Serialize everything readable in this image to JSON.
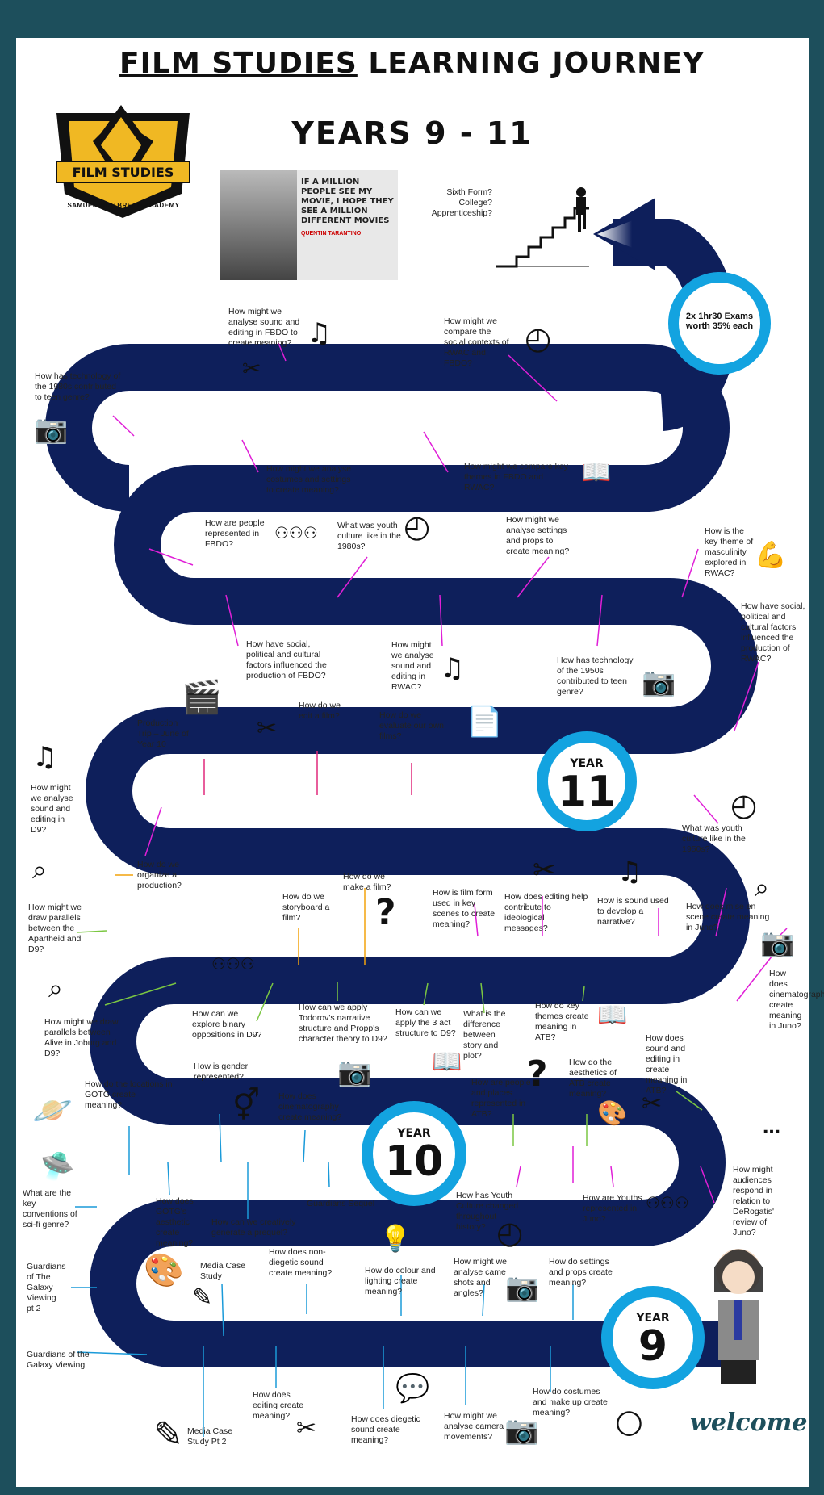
{
  "title": {
    "part1": "FILM STUDIES",
    "part2": " LEARNING JOURNEY",
    "subtitle": "YEARS 9 - 11"
  },
  "logo": {
    "banner": "FILM STUDIES",
    "school": "SAMUEL WHITBREAD ACADEMY"
  },
  "quote": {
    "text": "IF A MILLION PEOPLE SEE MY MOVIE, I HOPE THEY SEE A MILLION DIFFERENT MOVIES",
    "author": "QUENTIN TARANTINO"
  },
  "exam": {
    "text": "2x 1hr30 Exams worth 35% each"
  },
  "years": {
    "y9_label": "YEAR",
    "y9_num": "9",
    "y10_label": "YEAR",
    "y10_num": "10",
    "y11_label": "YEAR",
    "y11_num": "11"
  },
  "welcome": "welcome",
  "colors": {
    "road": "#0e1f5b",
    "ring": "#13a3e0",
    "magenta": "#e01fd7",
    "pink": "#e0287a",
    "orange": "#f2a20c",
    "green": "#7bc742",
    "blue": "#1a9ad9",
    "frame": "#1d4f5c"
  },
  "questions": {
    "sixth": "Sixth Form? College? Apprenticeship?",
    "a1": "How might we analyse sound and editing in FBDO to create meaning?",
    "a2": "How might we compare the social contexts of RWAC and FBDO?",
    "a3": "How has technology of the 1980s contributed to teen genre?",
    "a4": "How might we analyse costumes and settings to create meaning?",
    "a5": "How might we compare key themes in FBDO and RWAC?",
    "a6": "How are people represented in FBDO?",
    "a7": "What was youth culture like in the 1980s?",
    "a8": "How might we analyse settings and props to create meaning?",
    "a9": "How is the key theme of masculinity explored in RWAC?",
    "b1": "How have social, political and cultural factors influenced the production of FBDO?",
    "b2": "How might we analyse sound and editing in RWAC?",
    "b3": "How has technology of the 1950s contributed to teen genre?",
    "b4": "How have social, political and cultural factors influenced the production of RWAC?",
    "b5": "Production Trip – June of Year 10",
    "b6": "How do we edit a film?",
    "b7": "How do we evaluate our own films?",
    "b8": "What was youth culture like in the 1950s?",
    "c1": "How might we analyse sound and editing in D9?",
    "c2": "How do we organize a production?",
    "c3": "How do we make a film?",
    "c4": "How do we storyboard a film?",
    "c5": "How is film form used in key scenes to create meaning?",
    "c6": "How does editing help contribute to ideological messages?",
    "c7": "How is sound used to develop a narrative?",
    "c8": "How does mise en scene create meaning in Juno?",
    "c9": "How might we draw parallels between the Apartheid and D9?",
    "c10": "How does cinematography create meaning in Juno?",
    "d1": "How might we draw parallels between Alive in Joburg and D9?",
    "d2": "How can we explore binary oppositions in D9?",
    "d3": "How can we apply Todorov's narrative structure and Propp's character theory to D9?",
    "d4": "How can we apply the 3 act structure to D9?",
    "d5": "What is the difference between story and plot?",
    "d6": "How do key themes create meaning in ATB?",
    "d7": "How does sound and editing in create meaning in ATB?",
    "d8": "How do the locations in GOTG create meaning?",
    "d9": "How is gender represented?",
    "d10": "How does cinematography create meaning?",
    "d11": "How are people and places represented in ATB?",
    "d12": "How do the aesthetics of ATB create meaning?",
    "e1": "What are the key conventions of sci-fi genre?",
    "e2": "How does GOTG's aesthetic create meaning?",
    "e3": "How can we creatively generate a prequel?",
    "e4": "Guardians Sequel",
    "e5": "How has Youth Culture changed throughout history?",
    "e6": "How are Youths represented in Juno?",
    "e7": "How might audiences respond in relation to DeRogatis' review of Juno?",
    "f1": "Guardians of The Galaxy Viewing pt 2",
    "f2": "Media Case Study",
    "f3": "How does non-diegetic sound create meaning?",
    "f4": "How do colour and lighting create meaning?",
    "f5": "How might we analyse came shots and angles?",
    "f6": "How do settings and props create meaning?",
    "g1": "Guardians of the Galaxy Viewing",
    "g2": "How does editing create meaning?",
    "g3": "How does diegetic sound create meaning?",
    "g4": "How might we analyse camera movements?",
    "g5": "How do costumes and make up create meaning?",
    "g6": "Media Case Study Pt 2"
  },
  "icons": {
    "music": "♫",
    "question": "?",
    "clock": "◴",
    "search": "⌕",
    "camera": "📷",
    "book": "📖",
    "bulb": "💡",
    "pencil": "✎",
    "scissors": "✂",
    "clap": "🎬",
    "people": "⚇⚇⚇",
    "doc": "📄",
    "gender": "⚥",
    "planet": "🪐",
    "ufo": "🛸",
    "palette": "🎨",
    "speech": "💬",
    "muscle": "💪",
    "mirror": "○",
    "chat": "…"
  }
}
